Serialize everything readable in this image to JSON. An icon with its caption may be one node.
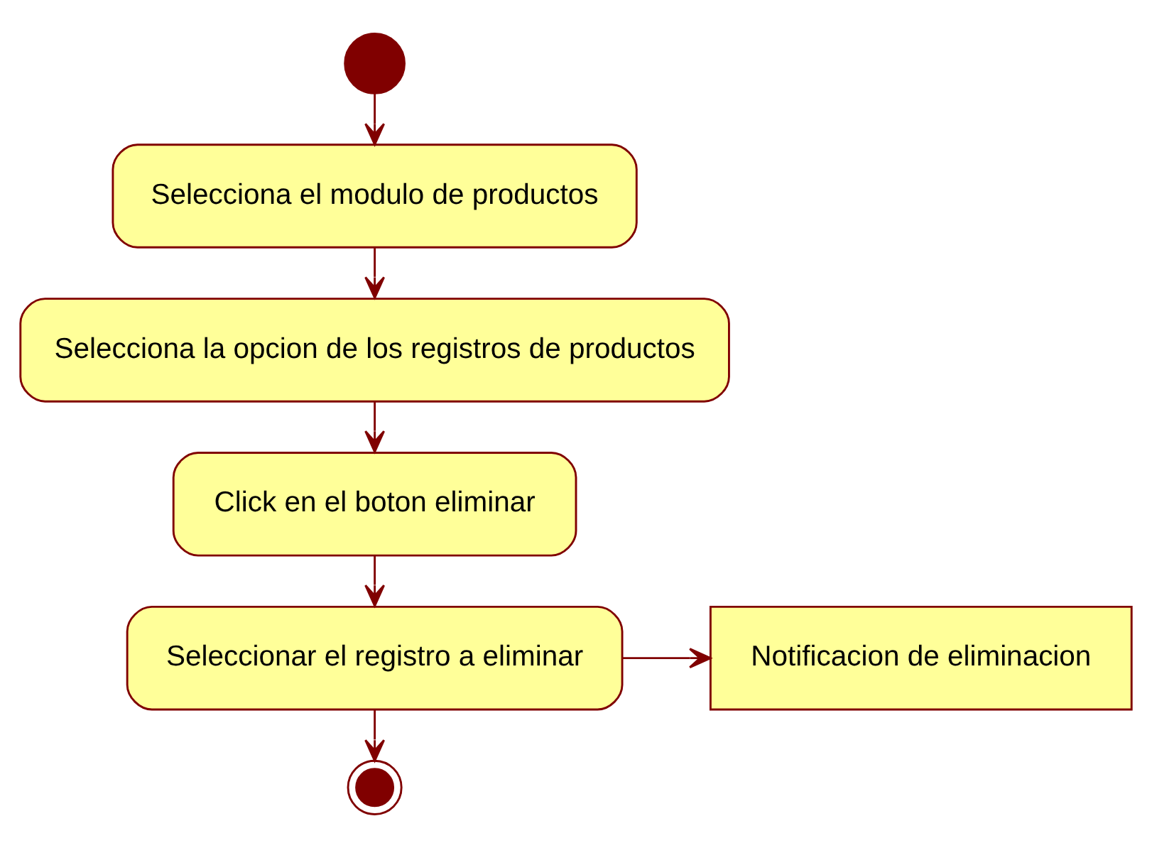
{
  "diagram": {
    "nodes": [
      {
        "text": [],
        "shape": "circle"
      },
      {
        "text": [
          "Selecciona el modulo de productos"
        ]
      },
      {
        "text": [
          "Selecciona la opcion de los registros de productos"
        ]
      },
      {
        "text": [
          "Click en el boton eliminar"
        ]
      },
      {
        "text": [
          "Seleccionar el registro a eliminar"
        ]
      },
      {
        "text": [
          "Notificacion de eliminacion"
        ]
      },
      {
        "text": [],
        "shape": "circle"
      }
    ],
    "edges": [
      {
        "from": 0,
        "to": 1,
        "arrow": "to"
      },
      {
        "from": 1,
        "to": 2,
        "arrow": "to"
      },
      {
        "from": 2,
        "to": 3,
        "arrow": "to"
      },
      {
        "from": 3,
        "to": 4,
        "arrow": "to"
      },
      {
        "from": 4,
        "to": 5,
        "arrow": "to"
      },
      {
        "from": 4,
        "to": 6,
        "arrow": "to"
      }
    ]
  }
}
